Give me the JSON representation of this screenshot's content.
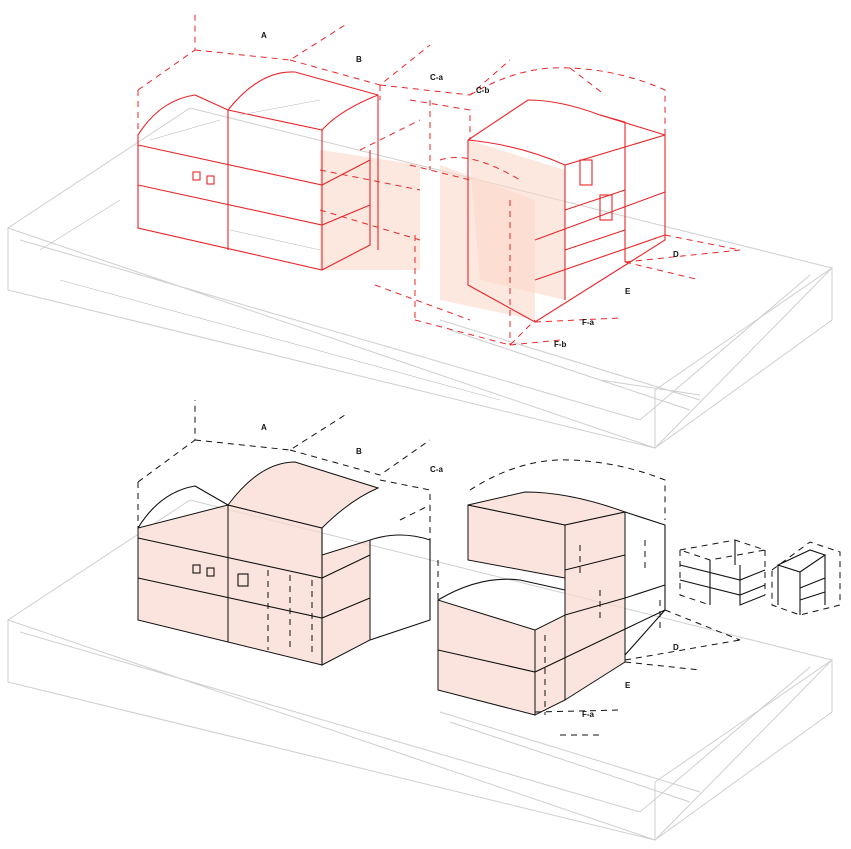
{
  "diagrams": [
    {
      "name": "volume-proposal-top",
      "colors": {
        "line": "#e8262a",
        "fill": "#fbd5c6"
      },
      "labels": [
        "A",
        "B",
        "C-a",
        "C-b",
        "D",
        "E",
        "F-a",
        "F-b"
      ]
    },
    {
      "name": "volume-proposal-bottom",
      "colors": {
        "line": "#111111",
        "fill": "#f9d9cf"
      },
      "labels": [
        "A",
        "B",
        "C-a",
        "D",
        "E",
        "F-a"
      ]
    }
  ]
}
